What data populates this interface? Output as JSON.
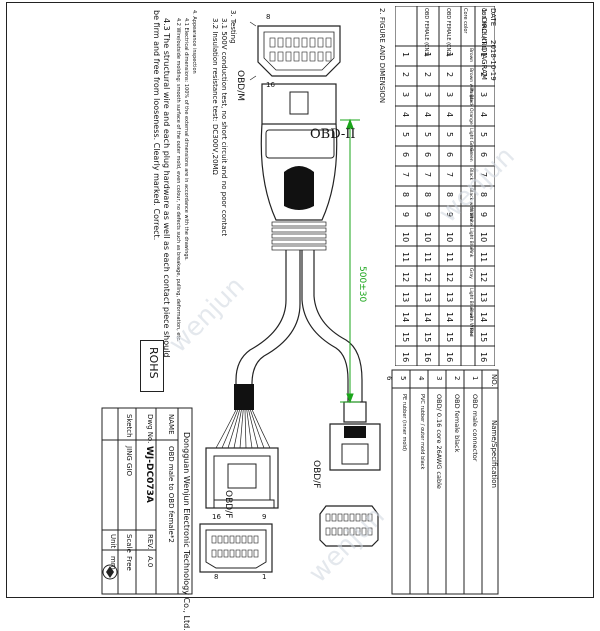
{
  "header": {
    "date_label": "DATE",
    "date_value": "2018-10-19",
    "circuit_diagram_label": "1. CIRCUIT DIAGRAM",
    "figure_label": "2. FIGURE AND DIMENSION"
  },
  "pin_table": {
    "row_labels": [
      "OBD MALE (CN1)",
      "Core color",
      "OBD FEMALE (CN2)",
      "OBD FEMALE (CN3)"
    ],
    "pins": [
      "1",
      "2",
      "3",
      "4",
      "5",
      "6",
      "7",
      "8",
      "9",
      "10",
      "11",
      "12",
      "13",
      "14",
      "15",
      "16"
    ],
    "colors": [
      "Brown",
      "Brown with Black",
      "Purple",
      "Orange",
      "Light Green",
      "Green",
      "Black",
      "Black with White",
      "White",
      "Light Blue",
      "Pink",
      "Gray",
      "Light Blue with White",
      "Blue",
      "Red",
      ""
    ]
  },
  "labels": {
    "obd_m": "OBD/M",
    "obd_ii": "OBD-II",
    "obd_f_right": "OBD/F",
    "obd_f_bottom": "OBD/F",
    "pin_8": "8",
    "pin_16": "16",
    "pin_16b": "16",
    "pin_9": "9",
    "pin_1": "1",
    "pin_8b": "8",
    "dimension": "500±30",
    "rohs": "ROHS"
  },
  "testing": {
    "title": "3. Testing",
    "line1": "3.1 500V conduction test, no short circuit and no poor contact",
    "line2": "3.2 Insulation resistance test: DC300V,20MΩ"
  },
  "notes": {
    "title": "4. Appearance inspection",
    "n1": "4.1 Electrical dimensions: 100% of the external dimensions are in accordance with the drawings.",
    "n2": "4.2 Wire/outside molding: smooth surface of the outer mold, even colour, no defects such as breakage, pulling, deformation, etc.",
    "n3": "4.3 The structural wire and each plug hardware as well as each contact piece should",
    "n4": "be firm and free from looseness. Clearly marked. Correct."
  },
  "bom": {
    "header": [
      "NO.",
      "Name/Specification"
    ],
    "rows": [
      {
        "no": "1",
        "spec": "OBD male connector"
      },
      {
        "no": "2",
        "spec": "OBD female black"
      },
      {
        "no": "3",
        "spec": "OBD/ 0.16 core 26AWG cable"
      },
      {
        "no": "4",
        "spec": "PVC rubber / outer mold black"
      },
      {
        "no": "5",
        "spec": "PE rubber (inner mold)"
      },
      {
        "no": "6",
        "spec": ""
      }
    ]
  },
  "title_block": {
    "company": "Dongguan Wenjun Electronic Technology Co., Ltd.",
    "name_label": "NAME",
    "name_value": "OBD male to OBD female*2",
    "dwg_label": "Dwg No.",
    "dwg_value": "WJ-DC073A",
    "sketch_label": "Sketch",
    "sketch_value": "JING GIO",
    "scale_label": "Scale",
    "scale_value": "Free",
    "unit_label": "Unit",
    "unit_value": "mm",
    "rev_label": "REV.",
    "rev_value": "A.0"
  },
  "watermark": "wenjun",
  "colors": {
    "line": "#222222",
    "dimension": "#1aa51a",
    "watermark": "#cfd6df"
  }
}
